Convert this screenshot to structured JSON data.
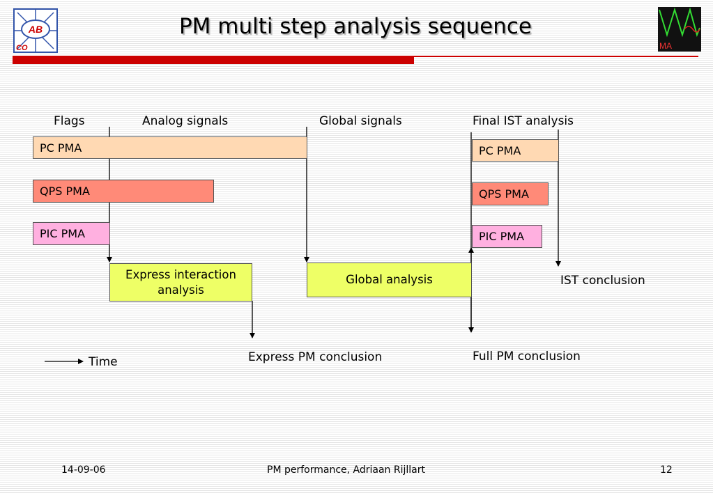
{
  "slide": {
    "title": "PM multi step analysis sequence",
    "logo_left_text": "AB",
    "logo_left_sub": "CO",
    "logo_right_text": "MA"
  },
  "diagram": {
    "headers": {
      "flags": "Flags",
      "analog": "Analog signals",
      "global": "Global signals",
      "final_ist": "Final IST analysis"
    },
    "left_boxes": {
      "pc": "PC PMA",
      "qps": "QPS PMA",
      "pic": "PIC PMA"
    },
    "right_boxes": {
      "pc": "PC PMA",
      "qps": "QPS PMA",
      "pic": "PIC PMA"
    },
    "express_box": "Express interaction analysis",
    "global_box": "Global analysis",
    "ist_conclusion": "IST conclusion",
    "express_conclusion": "Express PM conclusion",
    "full_conclusion": "Full PM conclusion",
    "time_legend": "Time"
  },
  "footer": {
    "date": "14-09-06",
    "center": "PM performance, Adriaan Rijllart",
    "page": "12"
  },
  "colors": {
    "accent_red": "#cc0000",
    "peach": "#ffd9b3",
    "salmon": "#ff8a78",
    "pink": "#ffb0e0",
    "lime": "#eeff66"
  }
}
